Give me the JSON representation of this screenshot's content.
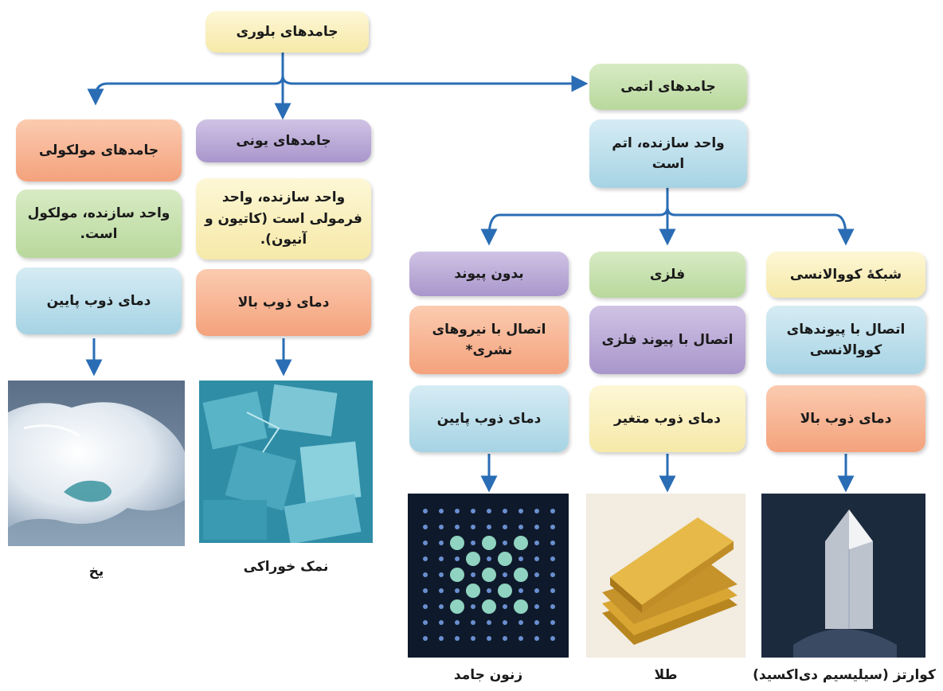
{
  "root": "جامدهای بلوری",
  "molecular": {
    "title": "جامدهای مولکولی",
    "unit": "واحد سازنده، مولکول است.",
    "melting": "دمای ذوب پایین",
    "example": "یخ"
  },
  "ionic": {
    "title": "جامدهای یونی",
    "unit": "واحد سازنده، واحد فرمولی است (کاتیون و آنیون).",
    "melting": "دمای ذوب بالا",
    "example": "نمک خوراکی"
  },
  "atomic": {
    "title": "جامدهای اتمی",
    "unit": "واحد سازنده، اتم است",
    "covalent": {
      "title": "شبکۀ کووالانسی",
      "bond": "اتصال با پیوندهای کووالانسی",
      "melting": "دمای ذوب بالا",
      "example": "کوارتز (سیلیسیم دی‌اکسید)"
    },
    "metallic": {
      "title": "فلزی",
      "bond": "اتصال با پیوند فلزی",
      "melting": "دمای ذوب متغیر",
      "example": "طلا"
    },
    "nonbonded": {
      "title": "بدون پیوند",
      "bond": "اتصال با نیروهای نشری*",
      "melting": "دمای ذوب پایین",
      "example": "زنون جامد"
    }
  },
  "colors": {
    "arrow": "#2a6db5",
    "yellow": "#f6e9a8",
    "green": "#b8d89c",
    "purple": "#a996cc",
    "orange": "#f4a27c",
    "blue": "#a6d3e4"
  }
}
